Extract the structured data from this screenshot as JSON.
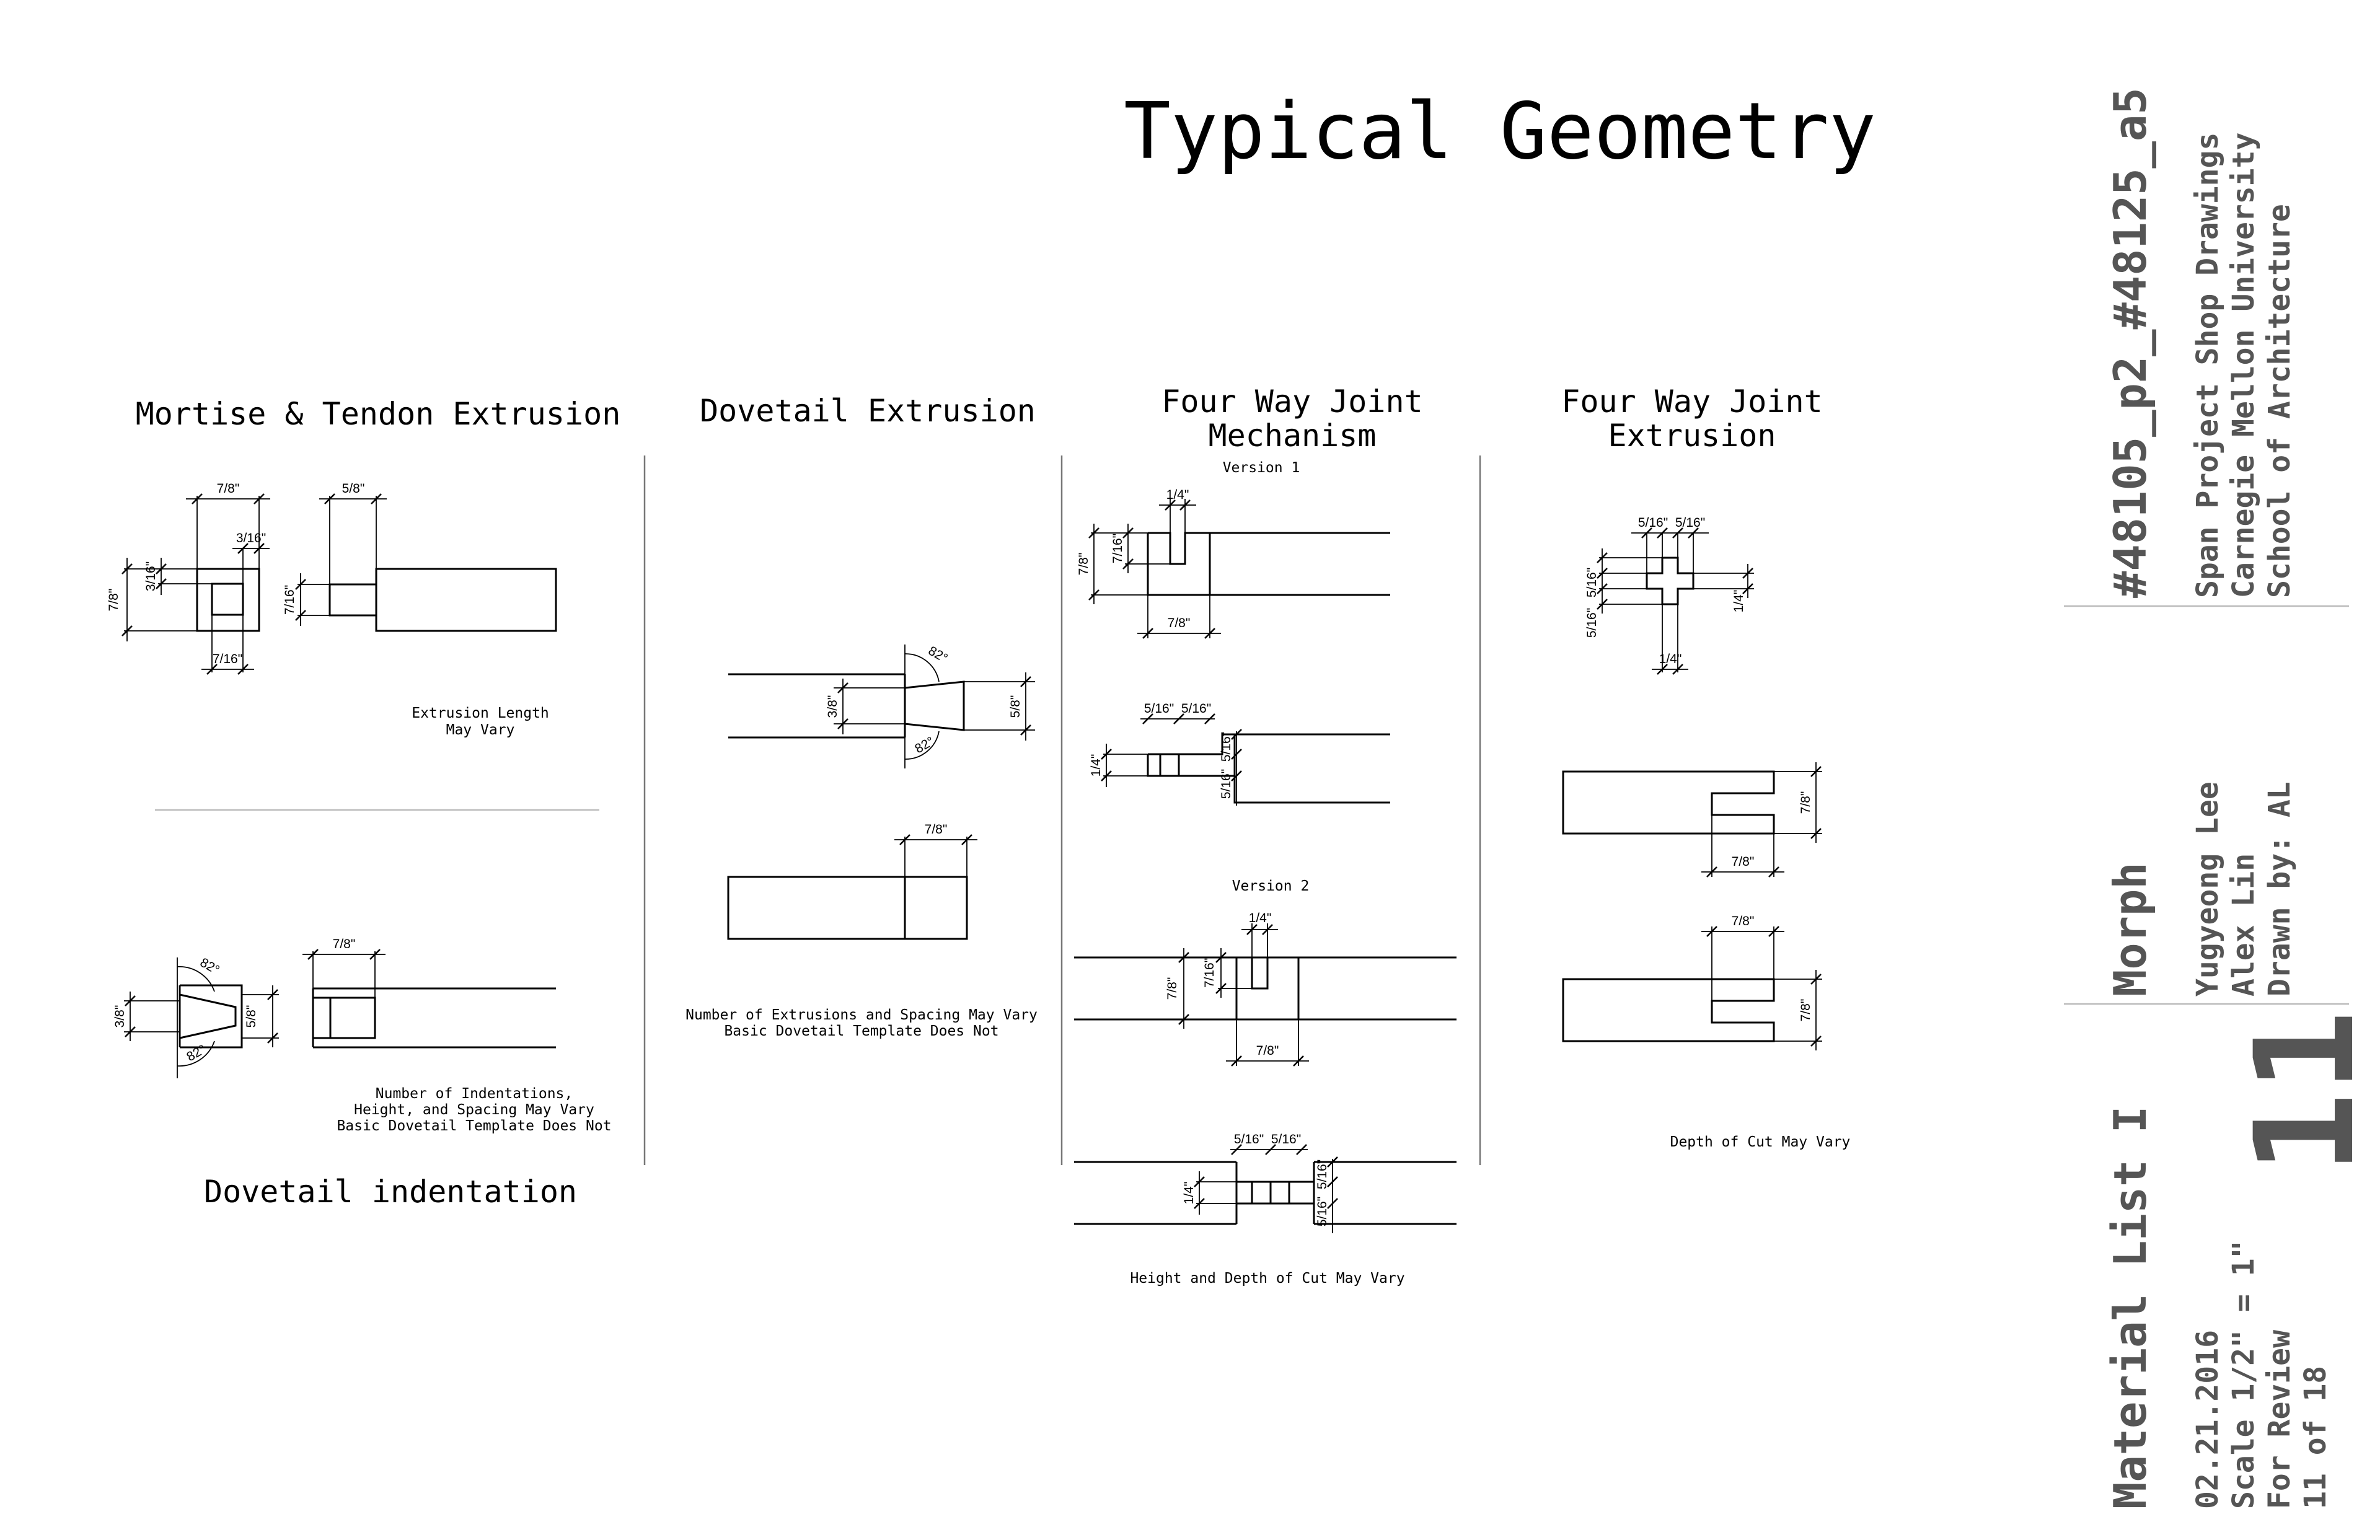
{
  "title": "Typical Geometry",
  "sections": {
    "mortise": {
      "title": "Mortise & Tendon Extrusion",
      "dims": {
        "top_width": "7/8\"",
        "tenon_width": "5/8\"",
        "inner_gap": "3/16\"",
        "left_inner": "3/16\"",
        "height": "7/8\"",
        "tenon_height": "7/16\"",
        "bottom": "7/16\""
      },
      "note_lines": [
        "Extrusion Length",
        "May Vary"
      ]
    },
    "dovetail_indentation": {
      "title": "Dovetail indentation",
      "dims": {
        "length": "7/8\"",
        "angle_top": "82°",
        "angle_bottom": "82°",
        "left": "3/8\"",
        "right": "5/8\""
      },
      "note_lines": [
        "Number of Indentations,",
        "Height, and Spacing May Vary",
        "Basic Dovetail Template Does Not"
      ]
    },
    "dovetail_extrusion": {
      "title": "Dovetail Extrusion",
      "dims": {
        "angle_top": "82°",
        "angle_bottom": "82°",
        "left": "3/8\"",
        "right": "5/8\"",
        "length": "7/8\""
      },
      "note_lines": [
        "Number of Extrusions and Spacing May Vary",
        "Basic Dovetail Template Does Not"
      ]
    },
    "four_way_mechanism": {
      "title_lines": [
        "Four Way Joint",
        "Mechanism"
      ],
      "version1": "Version 1",
      "version2": "Version 2",
      "dims": {
        "slot": "1/4\"",
        "slot_depth": "7/16\"",
        "height": "7/8\"",
        "width": "7/8\"",
        "a": "5/16\"",
        "b": "5/16\"",
        "c": "5/16\"",
        "d": "5/16\"",
        "e": "1/4\""
      },
      "note": "Height and Depth of Cut May Vary"
    },
    "four_way_extrusion": {
      "title_lines": [
        "Four Way Joint",
        "Extrusion"
      ],
      "dims": {
        "a": "5/16\"",
        "b": "5/16\"",
        "c": "5/16\"",
        "d": "5/16\"",
        "e": "1/4\"",
        "f": "1/4\"",
        "height": "7/8\"",
        "width": "7/8\""
      },
      "note": "Depth of Cut May Vary"
    }
  },
  "title_block": {
    "project_number": "#48105_p2_#48125_a5",
    "project_lines": [
      "Span Project Shop Drawings",
      "Carnegie Mellon University",
      "School of Architecture"
    ],
    "team": "Morph",
    "people_lines": [
      "Yugyeong Lee",
      "Alex Lin",
      "Drawn by: AL"
    ],
    "sheet_title": "Material List I",
    "sheet_number": "11",
    "info_lines": [
      "02.21.2016",
      "Scale 1/2\" = 1\"",
      "For Review",
      "11 of 18"
    ]
  }
}
